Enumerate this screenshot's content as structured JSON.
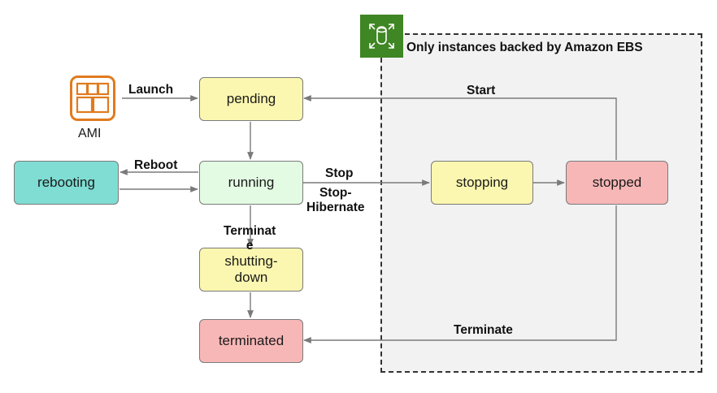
{
  "region": {
    "title": "Only instances backed by Amazon EBS",
    "icon": "ebs-volume-icon",
    "icon_color": "#3f8624"
  },
  "ami": {
    "label": "AMI",
    "icon": "ami-grid-icon",
    "color": "#e07b1f"
  },
  "states": {
    "pending": {
      "label": "pending",
      "color": "#fbf7b0"
    },
    "running": {
      "label": "running",
      "color": "#e3fbe3"
    },
    "rebooting": {
      "label": "rebooting",
      "color": "#7fddd4"
    },
    "shutting_down": {
      "label": "shutting-\ndown",
      "color": "#fbf7b0"
    },
    "terminated": {
      "label": "terminated",
      "color": "#f8b7b7"
    },
    "stopping": {
      "label": "stopping",
      "color": "#fbf7b0"
    },
    "stopped": {
      "label": "stopped",
      "color": "#f8b7b7"
    }
  },
  "transitions": {
    "launch": "Launch",
    "reboot": "Reboot",
    "stop": "Stop",
    "stop_hibernate": "Stop-\nHibernate",
    "terminate_running": "Terminat\ne",
    "start": "Start",
    "terminate_stopped": "Terminate"
  }
}
